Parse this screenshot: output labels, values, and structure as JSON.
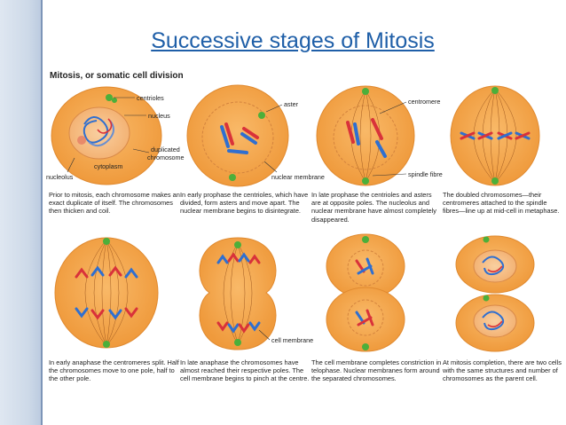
{
  "slide": {
    "title": "Successive stages of Mitosis",
    "figure_title": "Mitosis, or somatic cell division"
  },
  "labels": {
    "centrioles": "centrioles",
    "nucleus": "nucleus",
    "duplicated_chromosome_line1": "duplicated",
    "duplicated_chromosome_line2": "chromosome",
    "cytoplasm": "cytoplasm",
    "nucleolus": "nucleolus",
    "aster": "aster",
    "centromere": "centromere",
    "nuclear_membrane": "nuclear membrane",
    "spindle_fibre": "spindle fibre",
    "cell_membrane": "cell membrane"
  },
  "captions": [
    "Prior to mitosis, each chromosome makes an exact duplicate of itself. The chromosomes then thicken and coil.",
    "In early prophase the centrioles, which have divided, form asters and move apart. The nuclear membrane begins to disintegrate.",
    "In late prophase the centrioles and asters are at opposite poles. The nucleolus and nuclear membrane have almost completely disappeared.",
    "The doubled chromosomes—their centromeres attached to the spindle fibres—line up at mid-cell in metaphase.",
    "In early anaphase the centromeres split. Half the chromosomes move to one pole, half to the other pole.",
    "In late anaphase the chromosomes have almost reached their respective poles. The cell membrane begins to pinch at the centre.",
    "The cell membrane completes constriction in telophase. Nuclear membranes form around the separated chromosomes.",
    "At mitosis completion, there are two cells with the same structures and number of chromosomes as the parent cell."
  ],
  "colors": {
    "title": "#1f5fa8",
    "cell_fill": "#f4a44a",
    "cell_edge": "#e0862c",
    "nucleus_fill": "#f8c08a",
    "chromosome_red": "#d9323a",
    "chromosome_blue": "#2f6fd0",
    "centriole": "#4caf3a"
  }
}
